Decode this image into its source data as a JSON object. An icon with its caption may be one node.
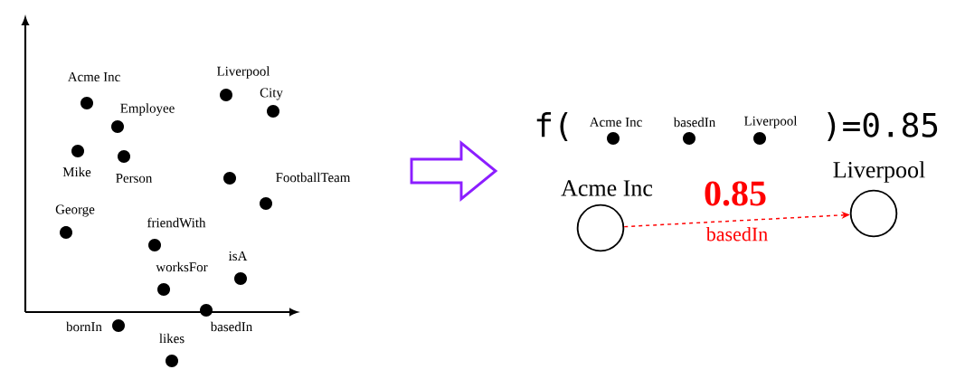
{
  "diagram": {
    "nodes": [
      {
        "text": [
          "Acme Inc"
        ]
      },
      {
        "text": [
          "Liverpool"
        ]
      }
    ],
    "edges": [
      {
        "from": 0,
        "to": 1,
        "arrow": "to",
        "style": "dashed",
        "color": "#ff0000",
        "label": "basedIn"
      }
    ],
    "labels": [
      "Acme Inc",
      "Liverpool",
      "Employee",
      "City",
      "Mike",
      "Person",
      "FootballTeam",
      "George",
      "friendWith",
      "isA",
      "worksFor",
      "bornIn",
      "basedIn",
      "likes",
      "f(",
      "Acme Inc",
      "basedIn",
      "Liverpool",
      ")=0.85",
      "0.85"
    ]
  }
}
